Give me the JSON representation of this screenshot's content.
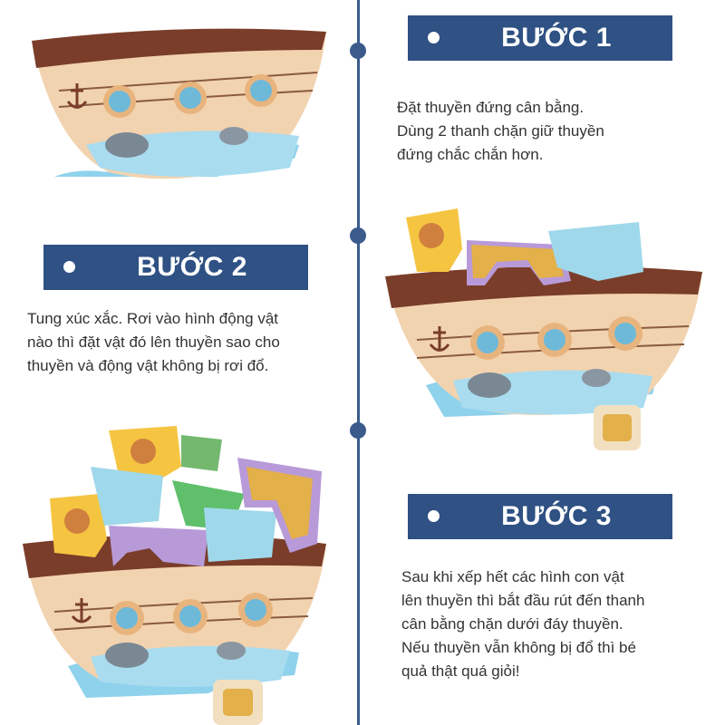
{
  "steps": [
    {
      "title": "BƯỚC 1",
      "text": "Đặt thuyền đứng cân bằng.\nDùng 2 thanh chặn giữ thuyền\nđứng chắc chắn hơn."
    },
    {
      "title": "BƯỚC 2",
      "text": "Tung xúc xắc. Rơi vào hình động vật\nnào thì đặt vật đó lên thuyền sao cho\nthuyền và động vật không bị rơi đổ."
    },
    {
      "title": "BƯỚC 3",
      "text": "Sau khi xếp hết các hình con vật\nlên thuyền thì bắt đầu rút đến thanh\ncân bằng chặn dưới đáy thuyền.\nNếu thuyền vẫn không bị đổ thì bé\nquả thật quá giỏi!"
    }
  ],
  "colors": {
    "banner": "#2f5184",
    "timeline": "#3b5b8c",
    "text": "#333333",
    "boat_body": "#f2d3b0",
    "boat_stripe": "#7a3d2a",
    "waves": "#7fc6e6",
    "portholes": "#6fb9d8"
  },
  "icons": [
    "bullet-icon",
    "anchor-icon",
    "whale-icon",
    "shark-icon",
    "dice-icon"
  ]
}
